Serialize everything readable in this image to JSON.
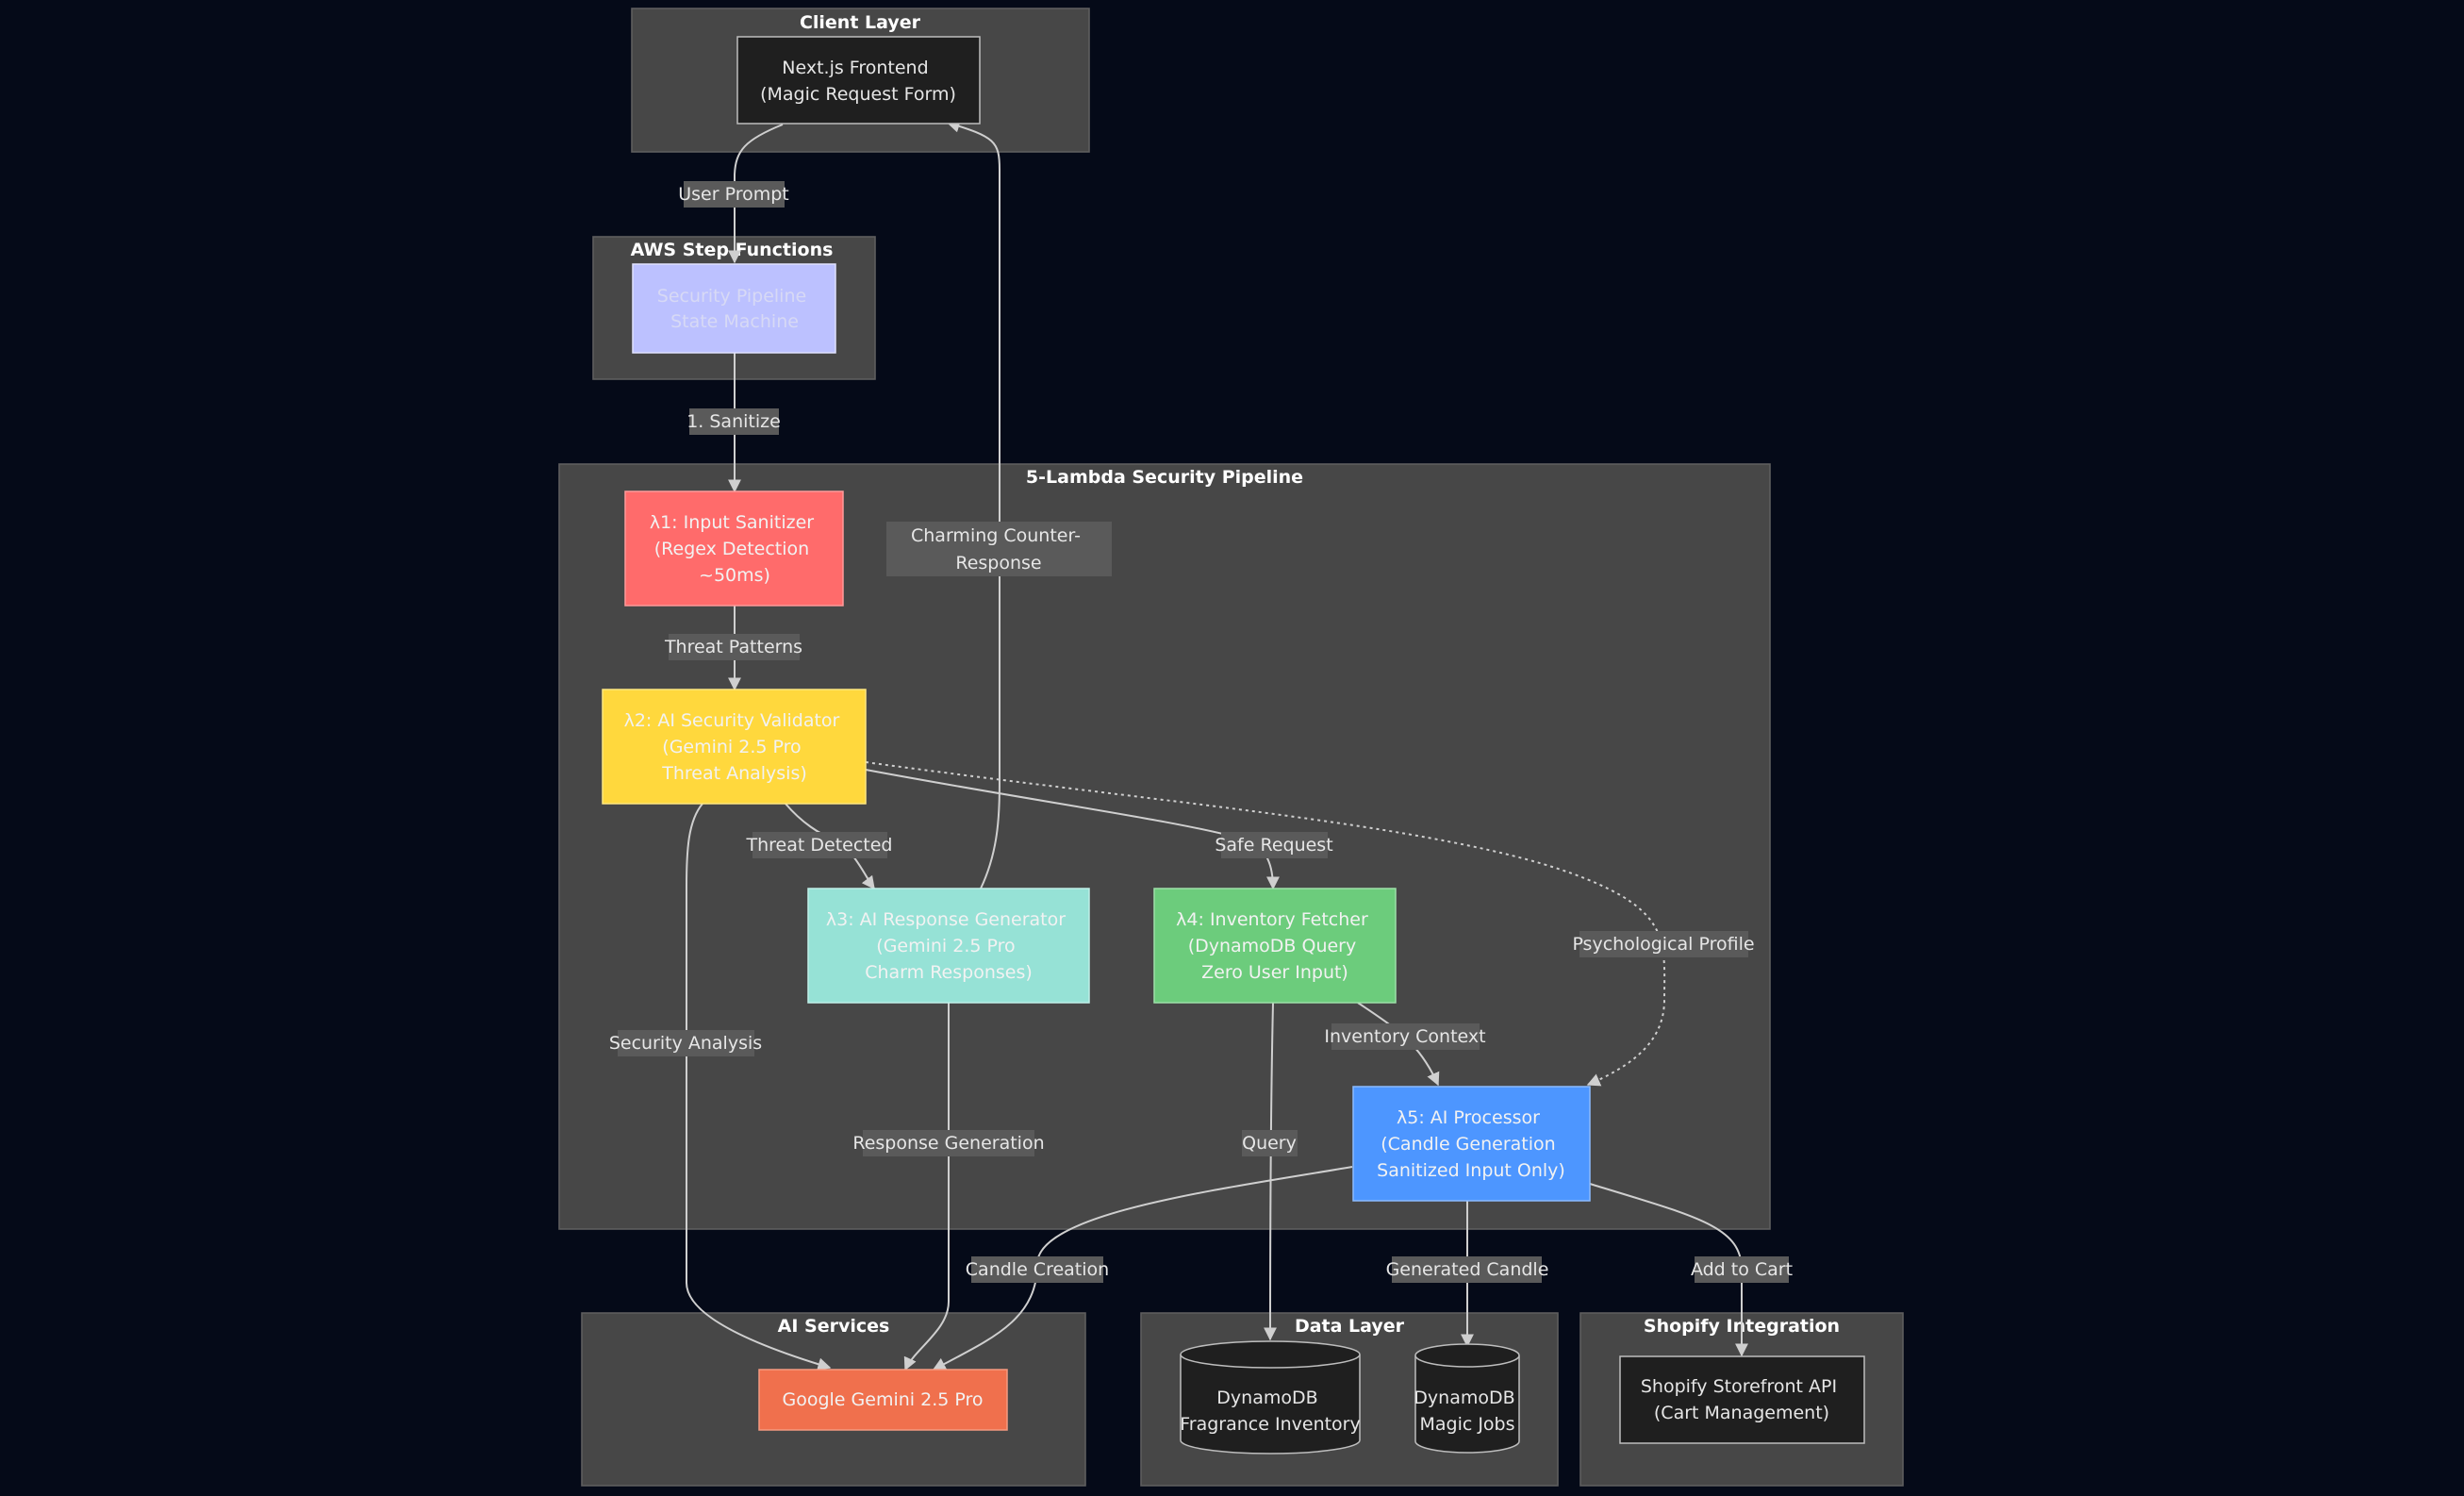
{
  "colors": {
    "background": "#050a18",
    "cluster": "#474747",
    "frontend": "#1f1f1f",
    "state_machine": "#bcc1ff",
    "sanitizer": "#ff6b6b",
    "validator": "#ffd83d",
    "response_generator": "#96e2d6",
    "inventory_fetcher": "#6ccc7c",
    "ai_processor": "#4d96ff",
    "gemini": "#f0704d",
    "dark_node": "#1f1f1f"
  },
  "clusters": {
    "client_layer": "Client Layer",
    "aws_step_functions": "AWS Step Functions",
    "security_pipeline": "5-Lambda Security Pipeline",
    "ai_services": "AI Services",
    "data_layer": "Data Layer",
    "shopify_integration": "Shopify Integration"
  },
  "nodes": {
    "frontend": [
      "Next.js Frontend",
      "(Magic Request Form)"
    ],
    "state_machine": [
      "Security Pipeline",
      "State Machine"
    ],
    "lambda1": [
      "λ1: Input Sanitizer",
      "(Regex Detection",
      "~50ms)"
    ],
    "lambda2": [
      "λ2: AI Security Validator",
      "(Gemini 2.5 Pro",
      "Threat Analysis)"
    ],
    "lambda3": [
      "λ3: AI Response Generator",
      "(Gemini 2.5 Pro",
      "Charm Responses)"
    ],
    "lambda4": [
      "λ4: Inventory Fetcher",
      "(DynamoDB Query",
      "Zero User Input)"
    ],
    "lambda5": [
      "λ5: AI Processor",
      "(Candle Generation",
      "Sanitized Input Only)"
    ],
    "gemini": [
      "Google Gemini 2.5 Pro"
    ],
    "fragrance_db": [
      "DynamoDB",
      "Fragrance Inventory"
    ],
    "jobs_db": [
      "DynamoDB",
      "Magic Jobs"
    ],
    "shopify_api": [
      "Shopify Storefront API",
      "(Cart Management)"
    ]
  },
  "edge_labels": {
    "user_prompt": "User Prompt",
    "sanitize": "1. Sanitize",
    "threat_patterns": "Threat Patterns",
    "threat_detected": "Threat Detected",
    "safe_request": "Safe Request",
    "charming_counter_response": [
      "Charming Counter-",
      "Response"
    ],
    "psychological_profile": "Psychological Profile",
    "inventory_context": "Inventory Context",
    "security_analysis": "Security Analysis",
    "response_generation": "Response Generation",
    "query": "Query",
    "candle_creation": "Candle Creation",
    "generated_candle": "Generated Candle",
    "add_to_cart": "Add to Cart"
  }
}
